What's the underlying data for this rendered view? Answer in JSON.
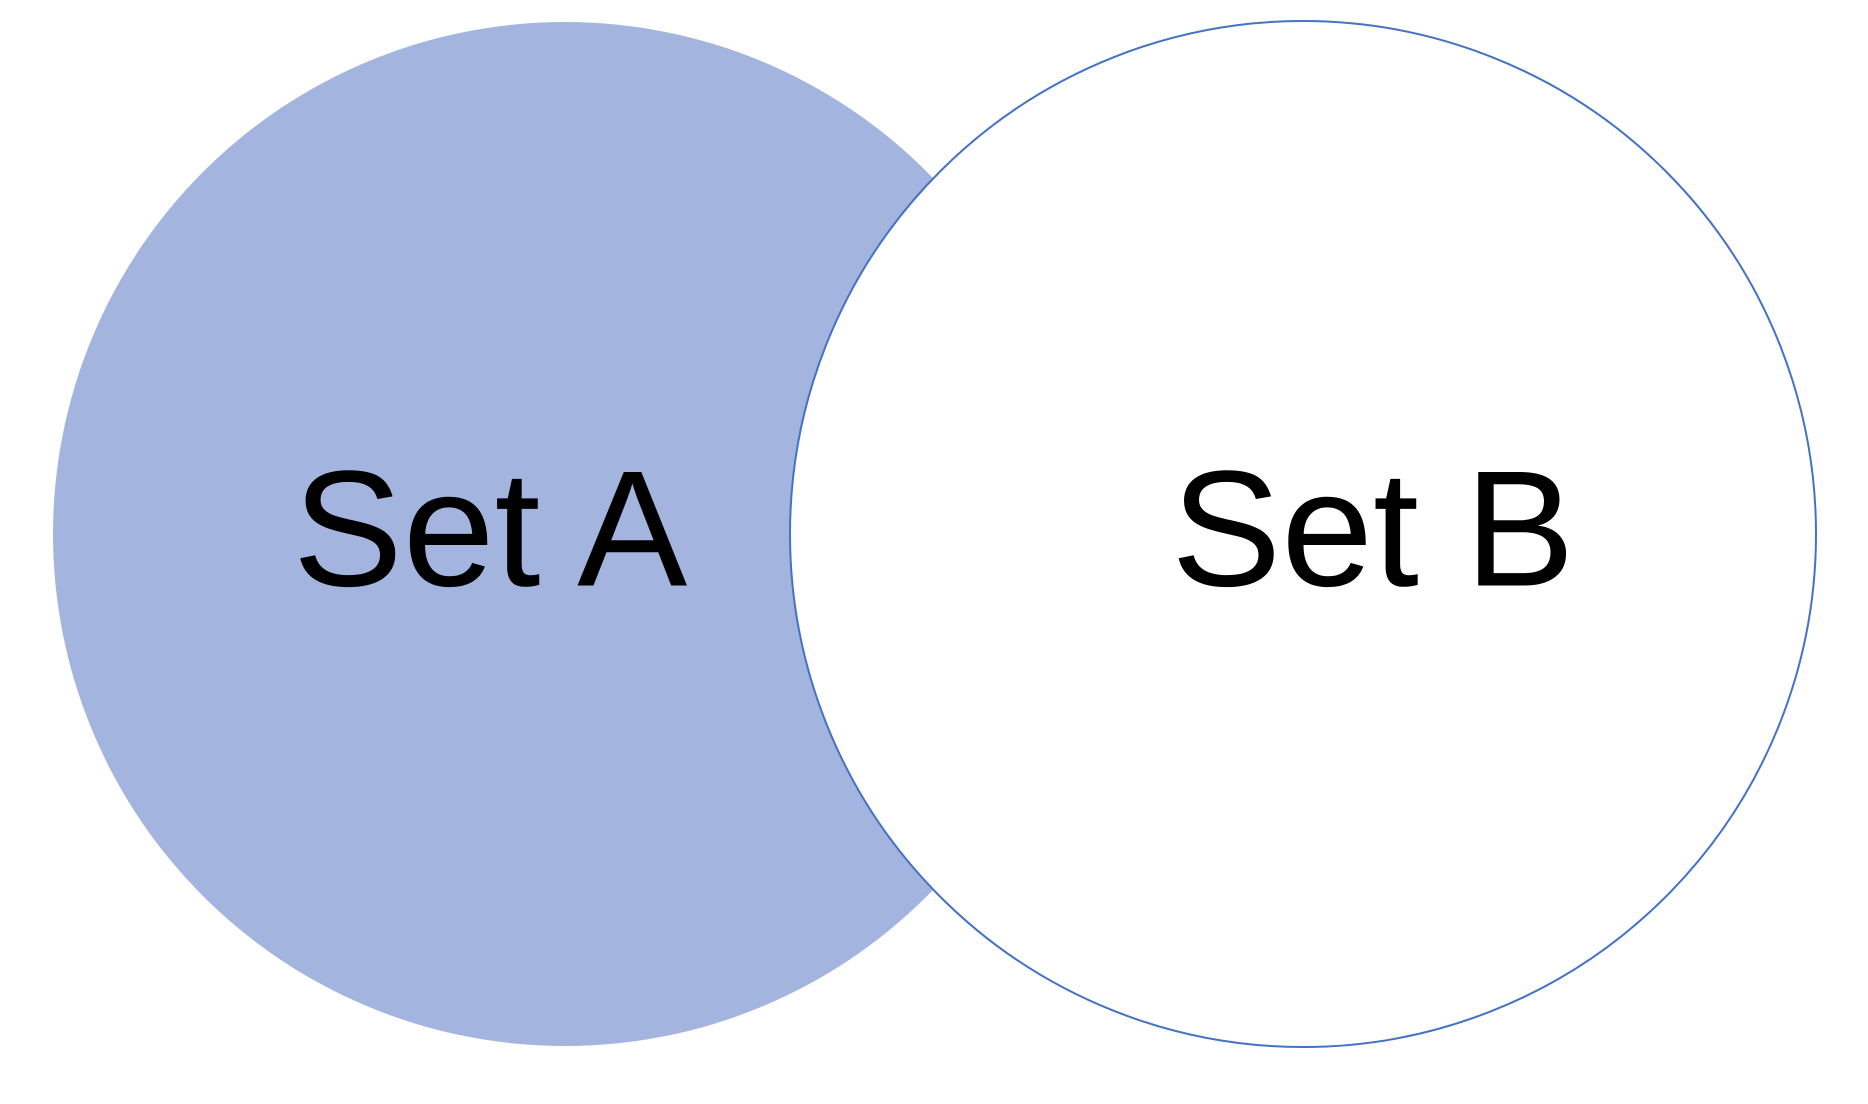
{
  "diagram": {
    "type": "venn-two-sets",
    "background_color": "#FFFFFF",
    "text_color": "#000000",
    "sets": [
      {
        "label": "Set A",
        "fill_color": "#A3B4DE",
        "border_color": "none"
      },
      {
        "label": "Set B",
        "fill_color": "#FFFFFF",
        "border_color": "#4472C4"
      }
    ]
  }
}
